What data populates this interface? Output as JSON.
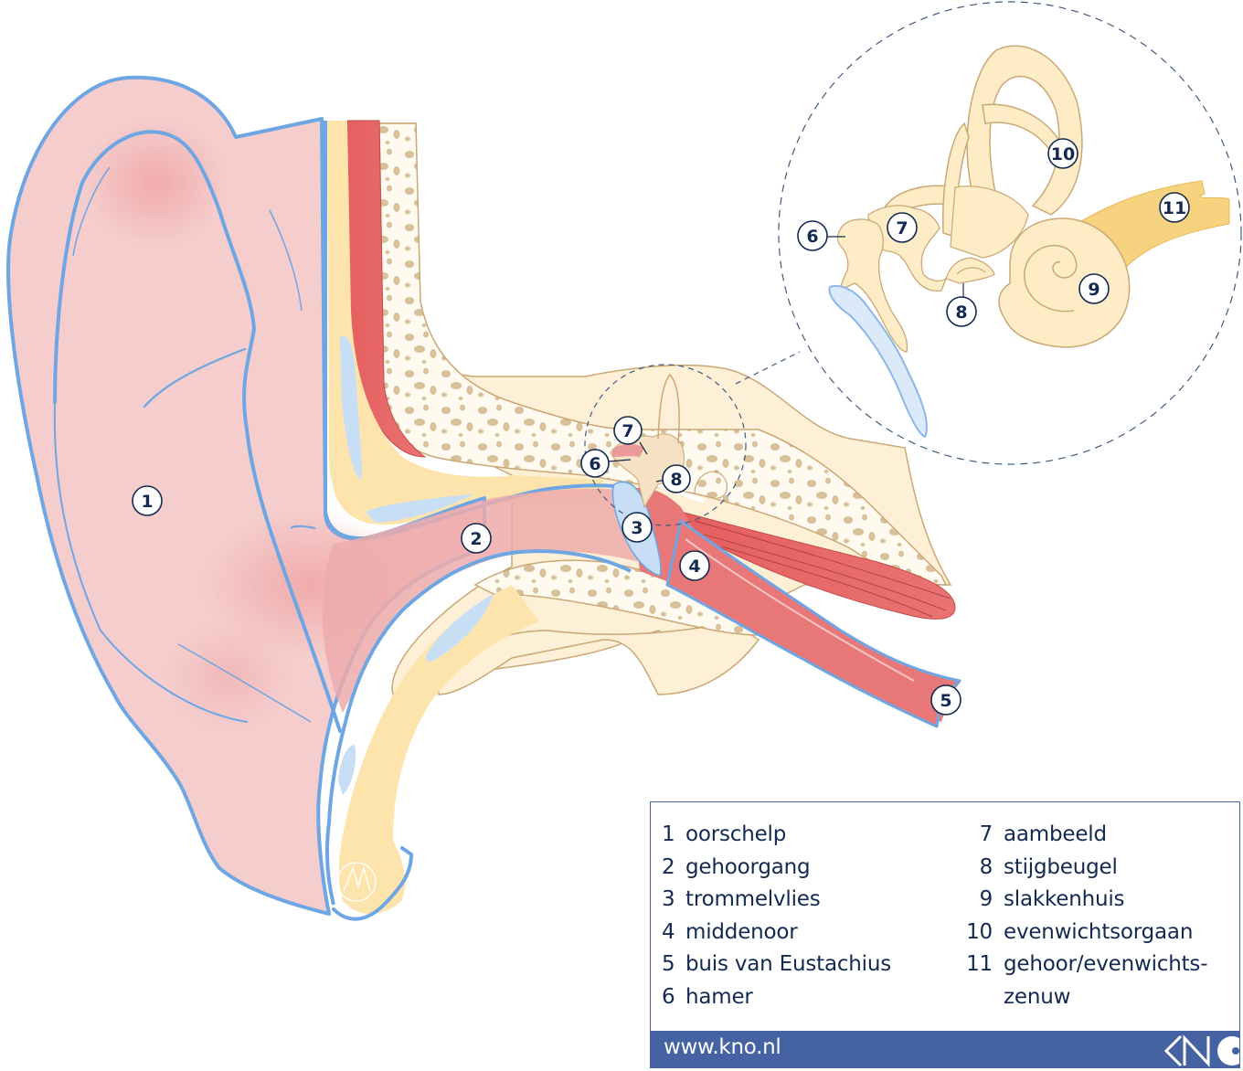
{
  "diagram": {
    "title": "Anatomie van het oor",
    "callouts": [
      {
        "number": "1",
        "part": "oorschelp"
      },
      {
        "number": "2",
        "part": "gehoorgang"
      },
      {
        "number": "3",
        "part": "trommelvlies"
      },
      {
        "number": "4",
        "part": "middenoor"
      },
      {
        "number": "5",
        "part": "buis van Eustachius"
      },
      {
        "number": "6",
        "part": "hamer"
      },
      {
        "number": "7",
        "part": "aambeeld"
      },
      {
        "number": "8",
        "part": "stijgbeugel"
      },
      {
        "number": "6",
        "part": "hamer (detail)"
      },
      {
        "number": "7",
        "part": "aambeeld (detail)"
      },
      {
        "number": "8",
        "part": "stijgbeugel (detail)"
      },
      {
        "number": "9",
        "part": "slakkenhuis"
      },
      {
        "number": "10",
        "part": "evenwichtsorgaan"
      },
      {
        "number": "11",
        "part": "gehoor/evenwichtszenuw"
      }
    ],
    "colors": {
      "skin": "#f5cdcd",
      "skin_shade": "#ef9f9f",
      "outline": "#6ea6e4",
      "cartilage": "#fde4ad",
      "bone": "#fdf0d6",
      "bone_speckle": "#d8c09b",
      "bone_outline": "#c9a874",
      "muscle": "#e86a6a",
      "canal": "#ecaaaa",
      "membrane": "#c8def5",
      "ink": "#13294f",
      "brand": "#4563a2"
    }
  },
  "legend": {
    "left": [
      {
        "num": "1",
        "label": "oorschelp"
      },
      {
        "num": "2",
        "label": "gehoorgang"
      },
      {
        "num": "3",
        "label": "trommelvlies"
      },
      {
        "num": "4",
        "label": "middenoor"
      },
      {
        "num": "5",
        "label": "buis van Eustachius"
      },
      {
        "num": "6",
        "label": "hamer"
      }
    ],
    "right": [
      {
        "num": "7",
        "label": "aambeeld"
      },
      {
        "num": "8",
        "label": "stijgbeugel"
      },
      {
        "num": "9",
        "label": "slakkenhuis"
      },
      {
        "num": "10",
        "label": "evenwichtsorgaan"
      },
      {
        "num": "11",
        "label": "gehoor/evenwichts- zenuw"
      }
    ],
    "footer_url": "www.kno.nl",
    "logo": "KNO"
  }
}
